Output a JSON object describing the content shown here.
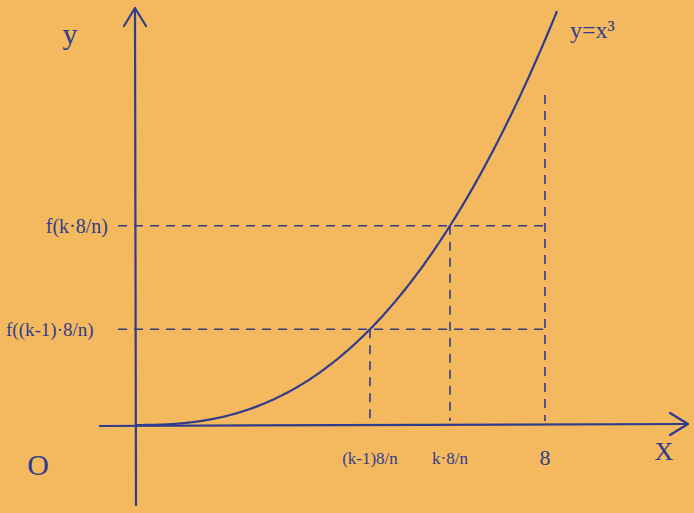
{
  "diagram": {
    "labels": [
      "y",
      "y=x³",
      "f(k·8/n)",
      "f((k-1)·8/n)",
      "O",
      "(k-1)8/n",
      "k·8/n",
      "8",
      "X"
    ]
  }
}
